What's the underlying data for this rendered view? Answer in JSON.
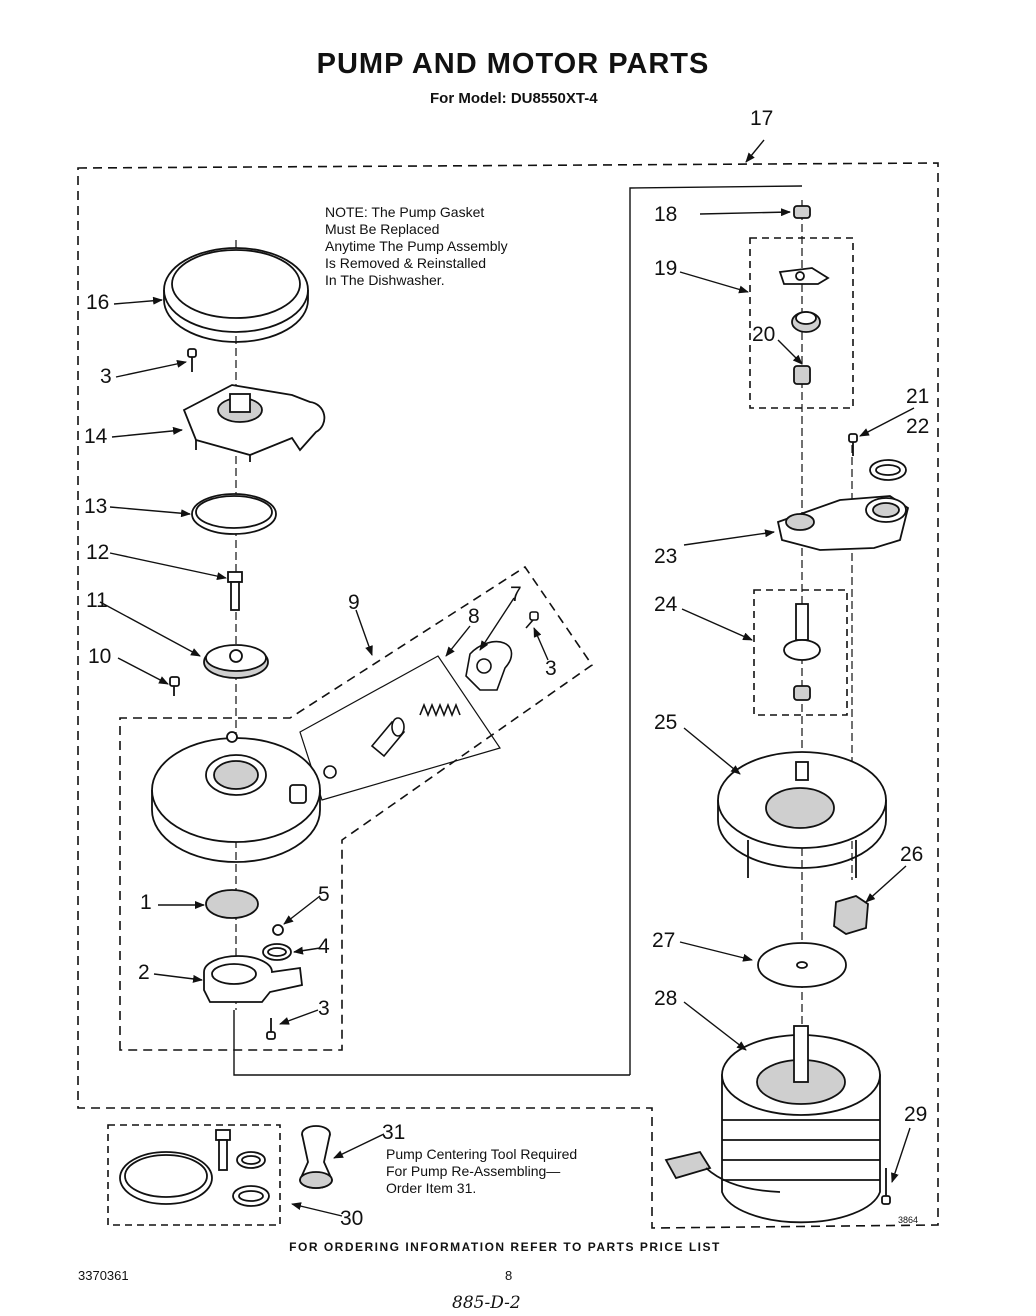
{
  "title": "PUMP AND MOTOR PARTS",
  "subtitle": "For Model: DU8550XT-4",
  "note_lines": [
    "NOTE: The Pump Gasket",
    "Must Be Replaced",
    "Anytime The Pump Assembly",
    "Is Removed & Reinstalled",
    "In The Dishwasher."
  ],
  "tool_note_lines": [
    "Pump Centering Tool Required",
    "For Pump Re-Assembling—",
    "Order Item 31."
  ],
  "footer": "FOR ORDERING INFORMATION REFER TO PARTS PRICE LIST",
  "doc_number": "3370361",
  "page_number": "8",
  "handwritten": "885-D-2",
  "drawing_id": "3864",
  "part_labels": {
    "p1": "1",
    "p2": "2",
    "p3a": "3",
    "p3b": "3",
    "p3c": "3",
    "p4": "4",
    "p5": "5",
    "p7": "7",
    "p8": "8",
    "p9": "9",
    "p10": "10",
    "p11": "11",
    "p12": "12",
    "p13": "13",
    "p14": "14",
    "p16": "16",
    "p17": "17",
    "p18": "18",
    "p19": "19",
    "p20": "20",
    "p21": "21",
    "p22": "22",
    "p23": "23",
    "p24": "24",
    "p25": "25",
    "p26": "26",
    "p27": "27",
    "p28": "28",
    "p29": "29",
    "p30": "30",
    "p31": "31"
  },
  "colors": {
    "ink": "#111111",
    "paper": "#ffffff",
    "shade": "#cfcfcf"
  }
}
